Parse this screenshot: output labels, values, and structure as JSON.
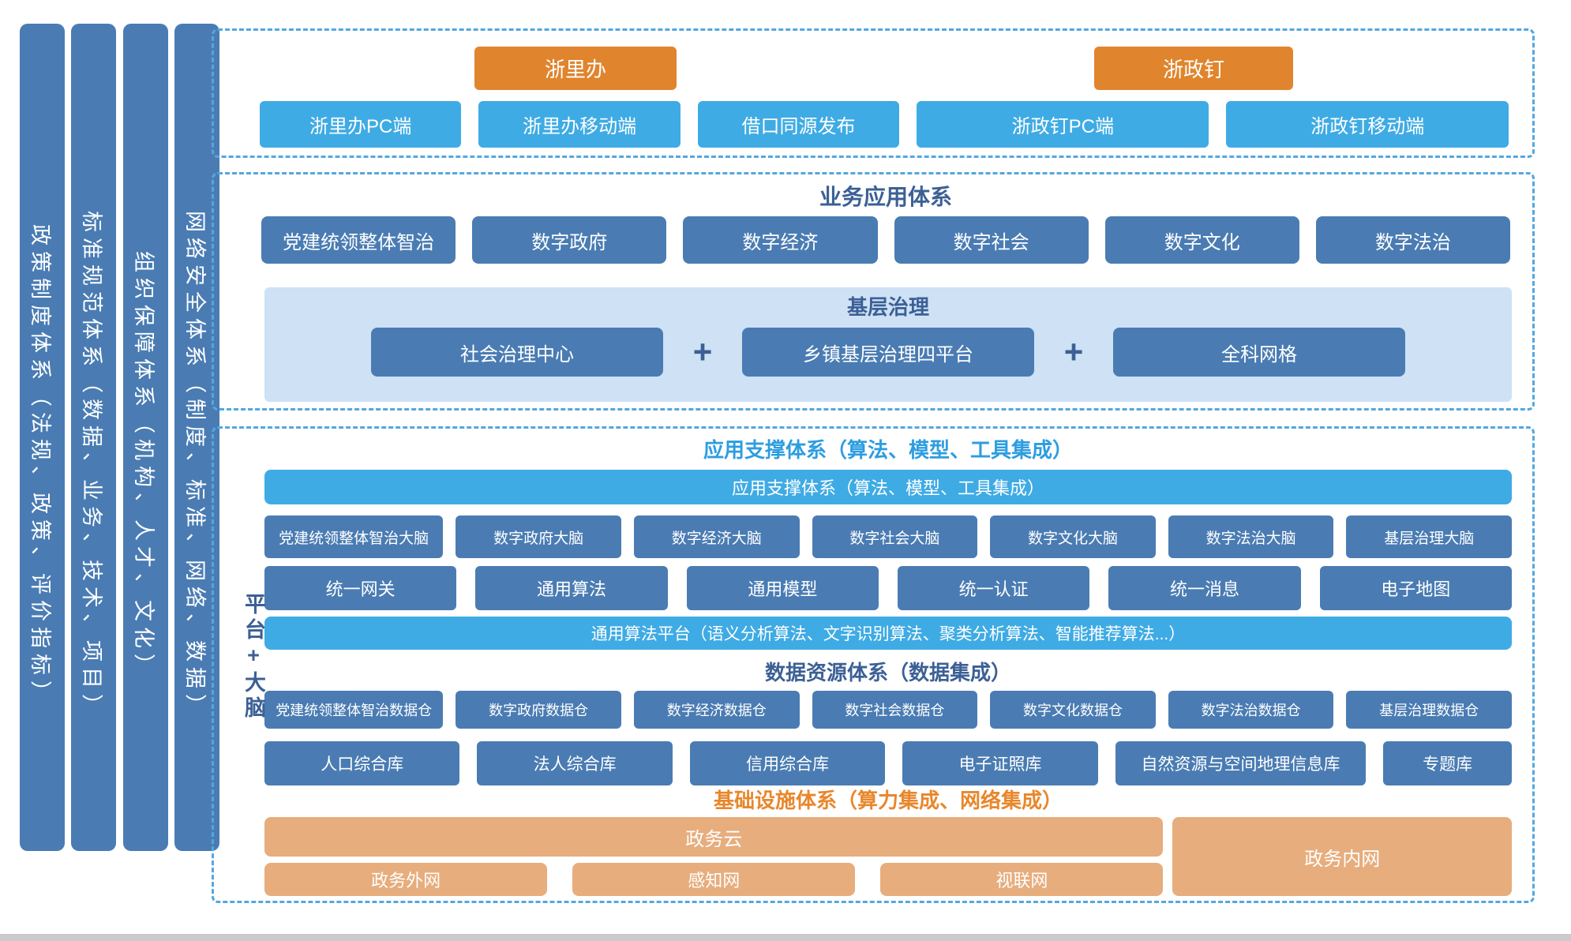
{
  "colors": {
    "steel_blue": "#4a7cb3",
    "light_blue": "#3fabe4",
    "orange": "#e0852d",
    "tan": "#e7ad7d",
    "dark_title": "#3c6095",
    "bright_blue_title": "#2d9de0",
    "orange_title": "#e8872c",
    "dashed_border": "#54a7de",
    "panel_light_blue": "#cee1f5"
  },
  "pillars": [
    "政策制度体系（法规、政策、评价指标）",
    "标准规范体系（数据、业务、技术、项目）",
    "组织保障体系（机构、人才、文化）",
    "网络安全体系（制度、标准、网络、数据）"
  ],
  "platform_label": "平台+大脑",
  "access": {
    "badges": [
      "浙里办",
      "浙政钉"
    ],
    "channels": [
      "浙里办PC端",
      "浙里办移动端",
      "借口同源发布",
      "浙政钉PC端",
      "浙政钉移动端"
    ]
  },
  "business": {
    "title": "业务应用体系",
    "apps": [
      "党建统领整体智治",
      "数字政府",
      "数字经济",
      "数字社会",
      "数字文化",
      "数字法治"
    ],
    "grassroots": {
      "title": "基层治理",
      "items": [
        "社会治理中心",
        "乡镇基层治理四平台",
        "全科网格"
      ],
      "plus": "+"
    }
  },
  "support": {
    "title": "应用支撑体系（算法、模型、工具集成）",
    "bar": "应用支撑体系（算法、模型、工具集成）",
    "brains": [
      "党建统领整体智治大脑",
      "数字政府大脑",
      "数字经济大脑",
      "数字社会大脑",
      "数字文化大脑",
      "数字法治大脑",
      "基层治理大脑"
    ],
    "services": [
      "统一网关",
      "通用算法",
      "通用模型",
      "统一认证",
      "统一消息",
      "电子地图"
    ],
    "algo_bar": "通用算法平台（语义分析算法、文字识别算法、聚类分析算法、智能推荐算法...）"
  },
  "data_resource": {
    "title": "数据资源体系（数据集成）",
    "warehouses": [
      "党建统领整体智治数据仓",
      "数字政府数据仓",
      "数字经济数据仓",
      "数字社会数据仓",
      "数字文化数据仓",
      "数字法治数据仓",
      "基层治理数据仓"
    ],
    "libraries": [
      "人口综合库",
      "法人综合库",
      "信用综合库",
      "电子证照库",
      "自然资源与空间地理信息库",
      "专题库"
    ]
  },
  "infrastructure": {
    "title": "基础设施体系（算力集成、网络集成）",
    "cloud": "政务云",
    "intranet": "政务内网",
    "networks": [
      "政务外网",
      "感知网",
      "视联网"
    ]
  }
}
